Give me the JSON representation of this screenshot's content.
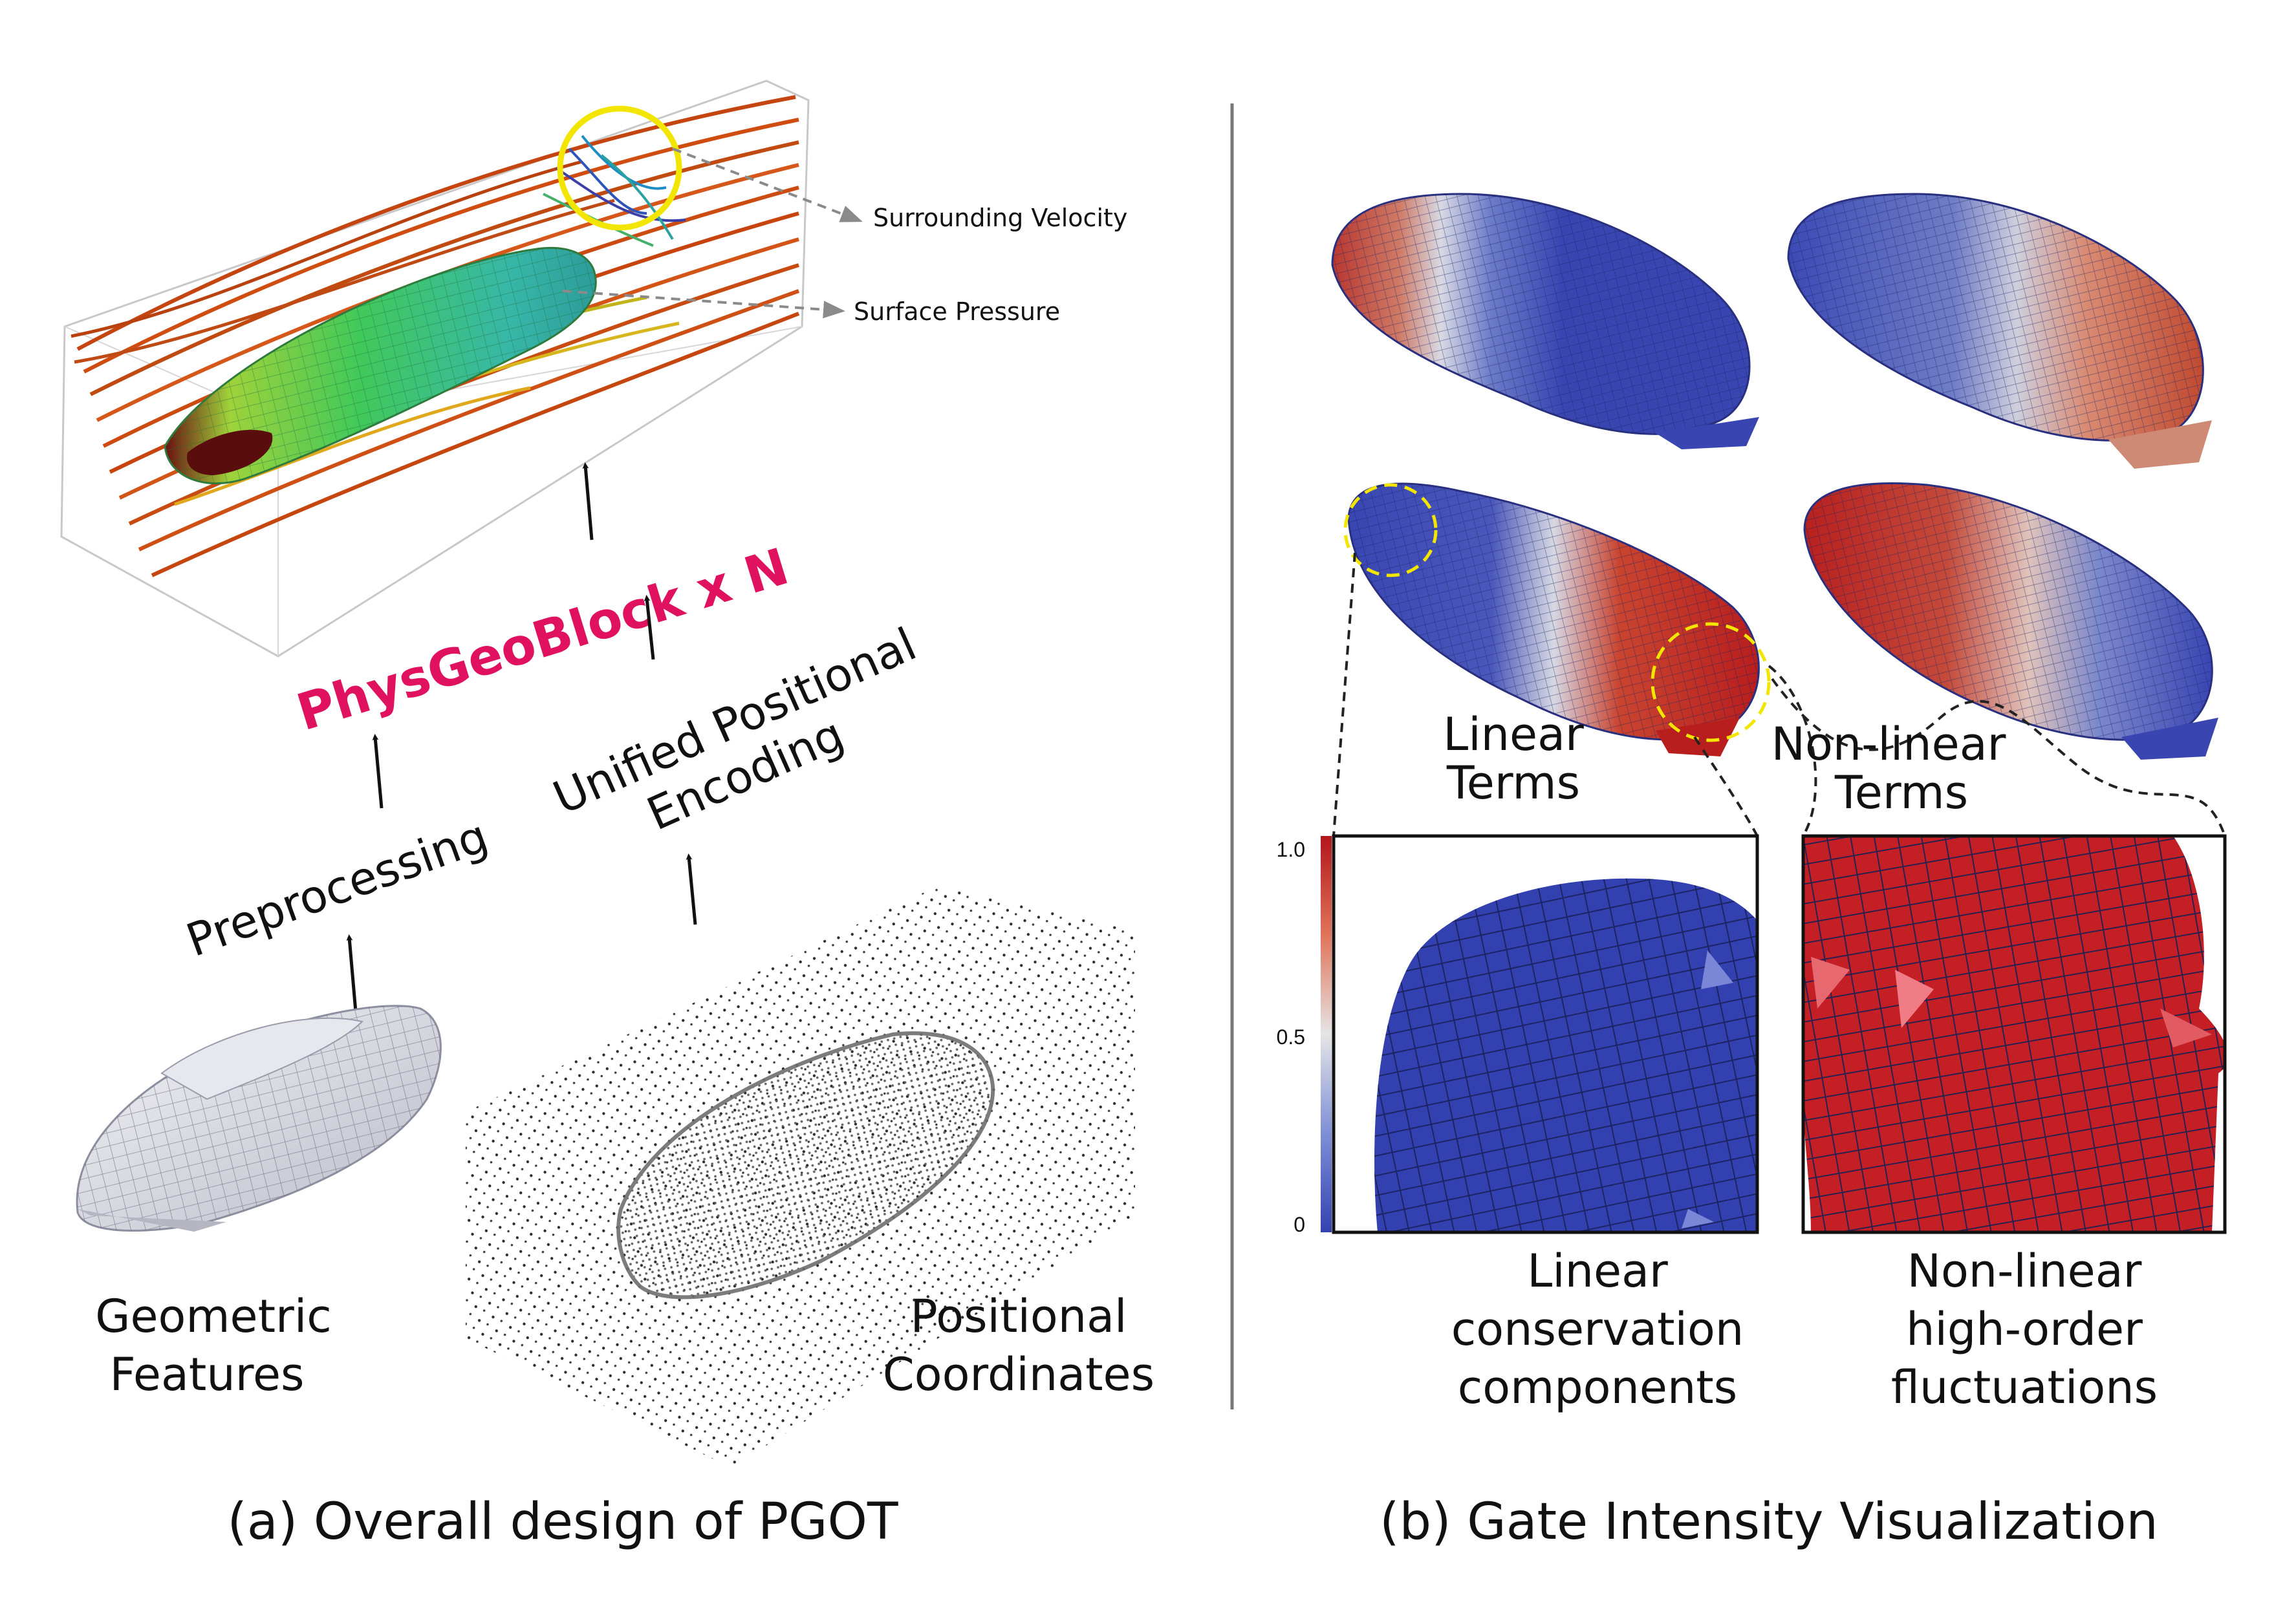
{
  "colors": {
    "accent": "#e0115f",
    "highlight": "#f2e600",
    "gate_high": "#c81e1e",
    "gate_mid": "#dedede",
    "gate_low": "#3b4ab8"
  },
  "panel_a": {
    "annotations": {
      "velocity": "Surrounding Velocity",
      "pressure": "Surface Pressure"
    },
    "block_label": "PhysGeoBlock x N",
    "preprocessing": "Preprocessing",
    "upe_line1": "Unified Positional",
    "upe_line2": "Encoding",
    "geometric_line1": "Geometric",
    "geometric_line2": "Features",
    "positional_line1": "Positional",
    "positional_line2": "Coordinates",
    "caption": "(a) Overall design of PGOT"
  },
  "panel_b": {
    "linear_terms_line1": "Linear",
    "linear_terms_line2": "Terms",
    "nonlinear_terms_line1": "Non-linear",
    "nonlinear_terms_line2": "Terms",
    "colorbar_ticks": [
      "1.0",
      "0.5",
      "0"
    ],
    "linear_desc": [
      "Linear",
      "conservation",
      "components"
    ],
    "nonlinear_desc": [
      "Non-linear",
      "high-order",
      "fluctuations"
    ],
    "caption": "(b) Gate Intensity Visualization"
  }
}
